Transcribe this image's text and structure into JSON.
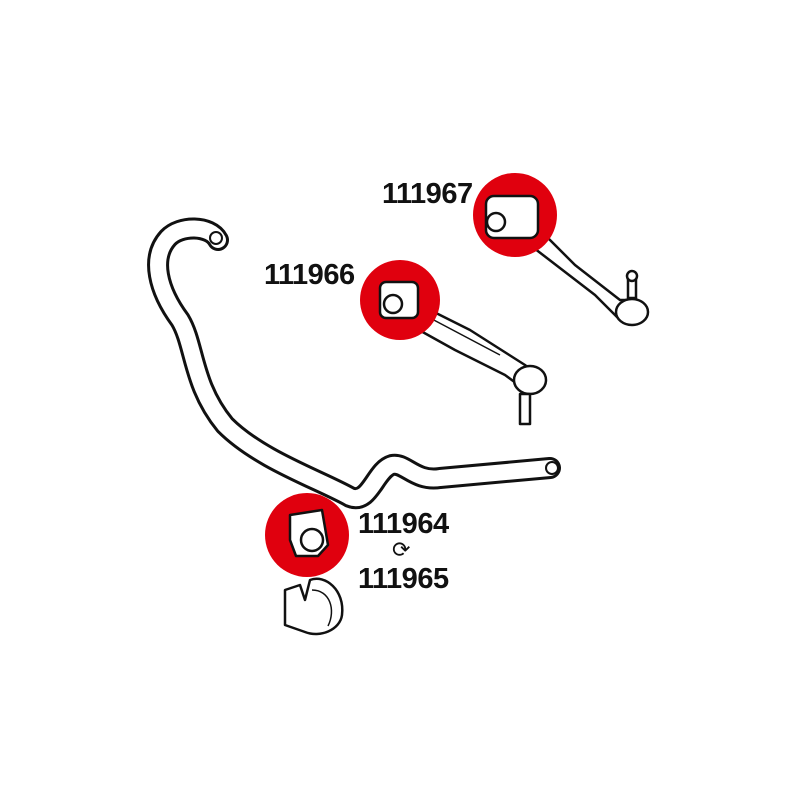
{
  "parts": {
    "upper_arm": {
      "part_number": "111967"
    },
    "lower_arm": {
      "part_number": "111966"
    },
    "bushing_a": {
      "part_number": "111964"
    },
    "bushing_b": {
      "part_number": "111965"
    }
  },
  "interchange_icon": "rotate-arrows-icon",
  "colors": {
    "highlight": "#e0000e",
    "line": "#111111",
    "fill": "#ffffff"
  }
}
